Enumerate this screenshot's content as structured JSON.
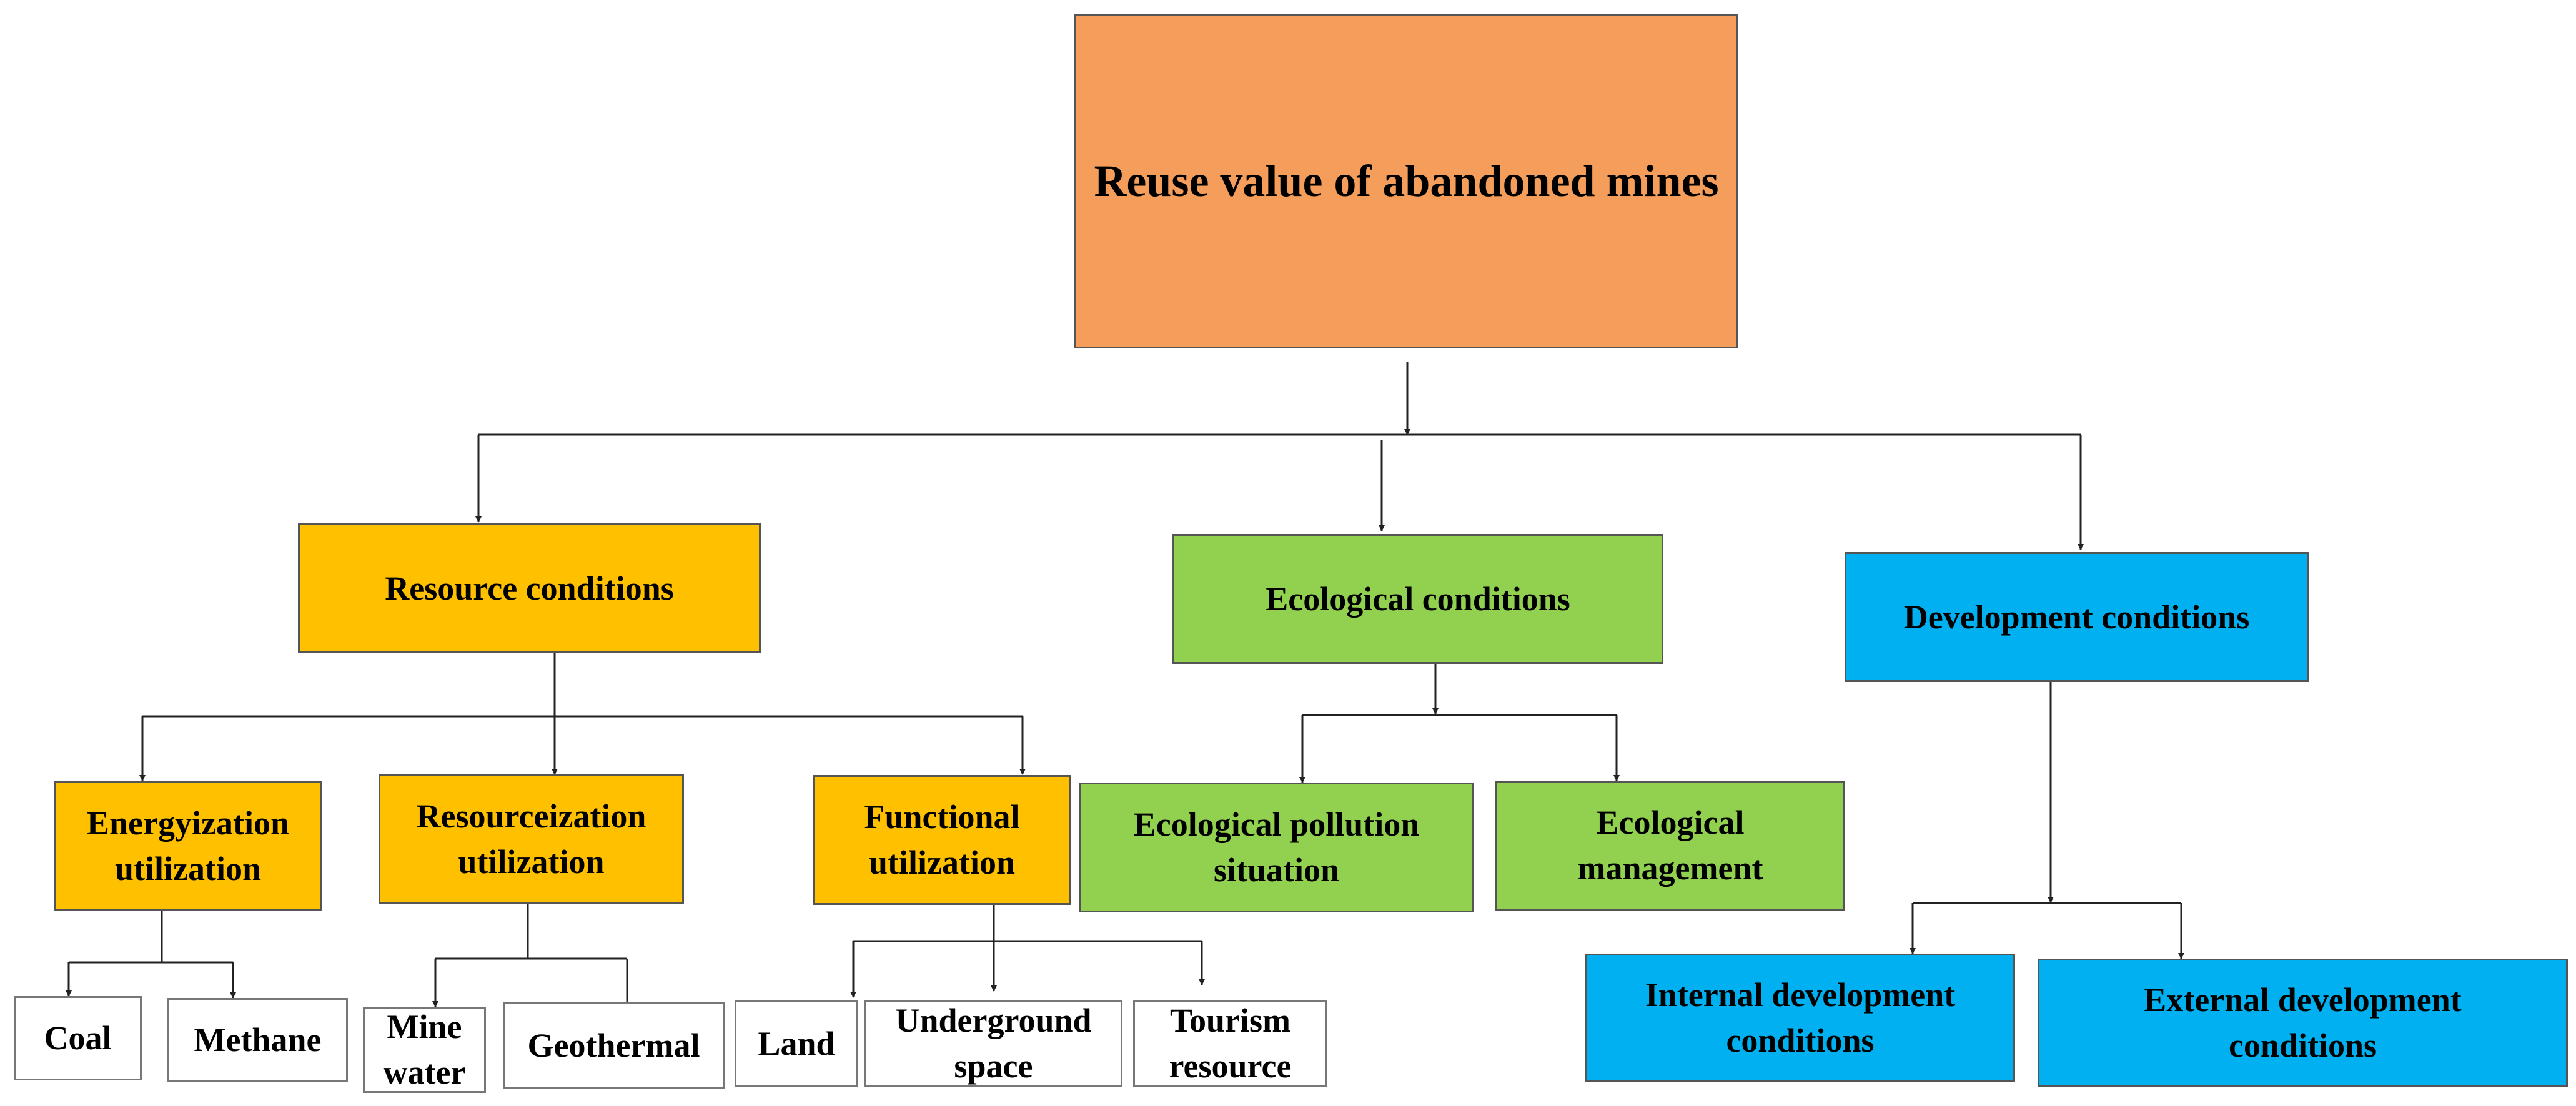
{
  "root": {
    "label": "Reuse value of abandoned mines"
  },
  "categories": {
    "resource": {
      "label": "Resource conditions"
    },
    "ecological": {
      "label": "Ecological conditions"
    },
    "development": {
      "label": "Development conditions"
    }
  },
  "resource_children": {
    "energyization": {
      "label": "Energyization\nutilization"
    },
    "resourceization": {
      "label": "Resourceization\nutilization"
    },
    "functional": {
      "label": "Functional\nutilization"
    }
  },
  "ecological_children": {
    "pollution": {
      "label": "Ecological pollution\nsituation"
    },
    "management": {
      "label": "Ecological\nmanagement"
    }
  },
  "development_children": {
    "internal": {
      "label": "Internal development\nconditions"
    },
    "external": {
      "label": "External development\nconditions"
    }
  },
  "leaves": {
    "coal": {
      "label": "Coal"
    },
    "methane": {
      "label": "Methane"
    },
    "mine_water": {
      "label": "Mine\nwater"
    },
    "geothermal": {
      "label": "Geothermal"
    },
    "land": {
      "label": "Land"
    },
    "underground_space": {
      "label": "Underground\nspace"
    },
    "tourism_resource": {
      "label": "Tourism\nresource"
    }
  },
  "colors": {
    "root": "#f59d5a",
    "resource": "#ffc000",
    "ecological": "#92d050",
    "development": "#00b0f0",
    "leaf": "#ffffff"
  }
}
